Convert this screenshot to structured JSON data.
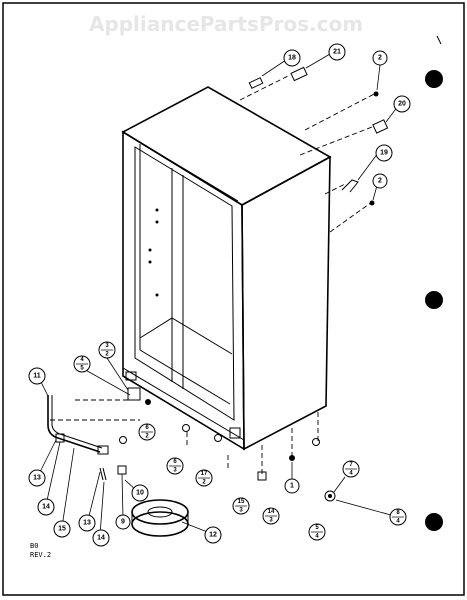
{
  "watermark": "AppliancePartsPros.com",
  "notes": {
    "line1": "B0",
    "line2": "REV.2"
  },
  "callouts": [
    {
      "id": "c18",
      "label": "18"
    },
    {
      "id": "c21",
      "label": "21"
    },
    {
      "id": "c2a",
      "label": "2"
    },
    {
      "id": "c20",
      "label": "20"
    },
    {
      "id": "c19",
      "label": "19"
    },
    {
      "id": "c2b",
      "label": "2"
    },
    {
      "id": "c11",
      "label": "11"
    },
    {
      "id": "c13a",
      "label": "13"
    },
    {
      "id": "c14a",
      "label": "14"
    },
    {
      "id": "c15",
      "label": "15"
    },
    {
      "id": "c13b",
      "label": "13"
    },
    {
      "id": "c14b",
      "label": "14"
    },
    {
      "id": "c9",
      "label": "9"
    },
    {
      "id": "c10",
      "label": "10"
    },
    {
      "id": "c12",
      "label": "12"
    },
    {
      "id": "c1",
      "label": "1"
    }
  ],
  "fractions": [
    {
      "id": "f32",
      "top": "3",
      "bottom": "2"
    },
    {
      "id": "f45",
      "top": "4",
      "bottom": "5"
    },
    {
      "id": "f62",
      "top": "6",
      "bottom": "2"
    },
    {
      "id": "f63",
      "top": "6",
      "bottom": "3"
    },
    {
      "id": "f172",
      "top": "17",
      "bottom": "2"
    },
    {
      "id": "f153",
      "top": "15",
      "bottom": "3"
    },
    {
      "id": "f143",
      "top": "14",
      "bottom": "3"
    },
    {
      "id": "f74",
      "top": "7",
      "bottom": "4"
    },
    {
      "id": "f84",
      "top": "8",
      "bottom": "4"
    },
    {
      "id": "f54",
      "top": "5",
      "bottom": "4"
    }
  ]
}
